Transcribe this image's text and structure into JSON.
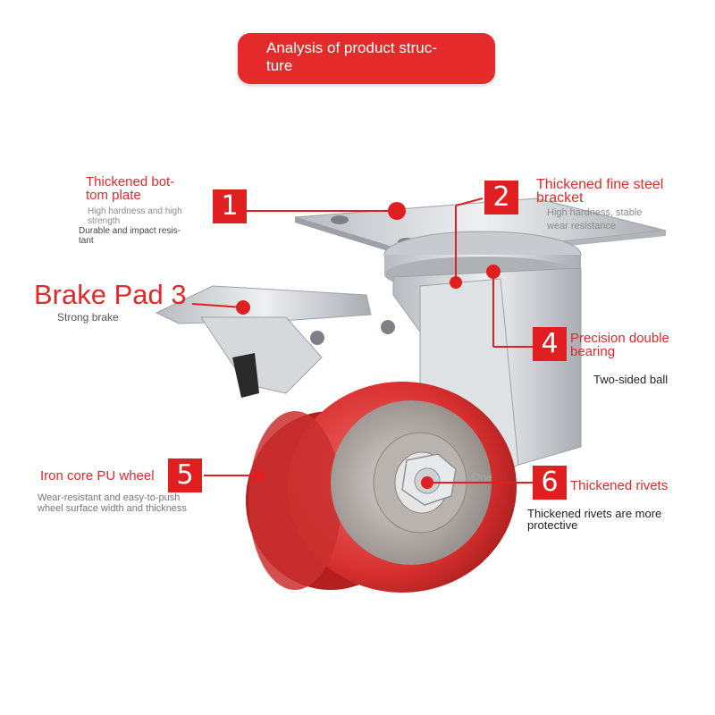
{
  "title": "Analysis of product struc-\nture",
  "callouts": [
    {
      "number": "1",
      "label": "Thickened bot-\ntom plate",
      "sub1": "High hardness and high\nstrength",
      "sub2": "Durable and impact resis-\ntant"
    },
    {
      "number": "2",
      "label": "Thickened fine steel\nbracket",
      "sub1": "High hardness, stable\nwear resistance"
    },
    {
      "label": "Brake Pad 3",
      "sub1": "Strong brake"
    },
    {
      "number": "4",
      "label": "Precision double\nbearing",
      "sub1": "Two-sided ball"
    },
    {
      "number": "5",
      "label": "Iron core PU wheel",
      "sub1": "Wear-resistant and easy-to-push\nwheel surface width and thickness"
    },
    {
      "number": "6",
      "label": "Thickened rivets",
      "sub1": "Thickened rivets are more\nprotective",
      "fragment": "One"
    }
  ],
  "colors": {
    "accent": "#e02020",
    "wheel": "#d83a3a",
    "steel": "#c9ccd0"
  }
}
